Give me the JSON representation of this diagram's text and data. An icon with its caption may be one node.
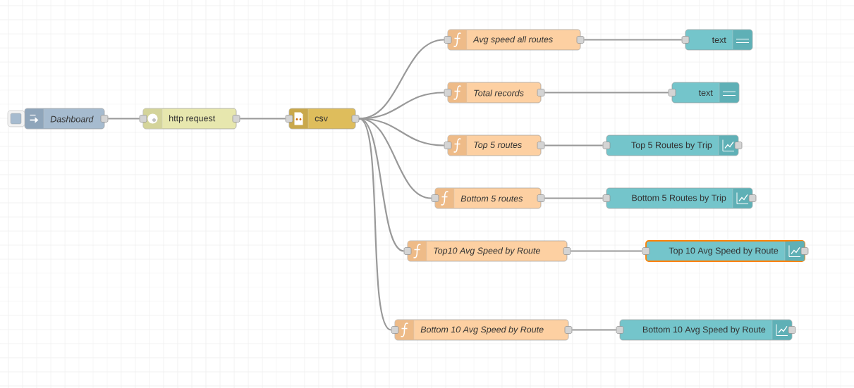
{
  "diagram": {
    "nodes": [
      {
        "text": [
          "Dashboard"
        ]
      },
      {
        "text": [
          "http request"
        ]
      },
      {
        "text": [
          "csv"
        ]
      },
      {
        "text": [
          "Avg speed all routes"
        ]
      },
      {
        "text": [
          "Total records"
        ]
      },
      {
        "text": [
          "Top 5 routes"
        ]
      },
      {
        "text": [
          "Bottom 5 routes"
        ]
      },
      {
        "text": [
          "Top10 Avg Speed by Route"
        ]
      },
      {
        "text": [
          "Bottom 10 Avg Speed by Route"
        ]
      },
      {
        "text": [
          "text"
        ]
      },
      {
        "text": [
          "text"
        ]
      },
      {
        "text": [
          "Top 5 Routes by Trip"
        ]
      },
      {
        "text": [
          "Bottom 5 Routes by Trip"
        ]
      },
      {
        "text": [
          "Top 10 Avg Speed by Route"
        ]
      },
      {
        "text": [
          "Bottom 10 Avg Speed by Route"
        ]
      }
    ],
    "edges": [
      {
        "from": 0,
        "to": 1,
        "arrow": "none"
      },
      {
        "from": 1,
        "to": 2,
        "arrow": "none"
      },
      {
        "from": 2,
        "to": 3,
        "arrow": "none"
      },
      {
        "from": 2,
        "to": 4,
        "arrow": "none"
      },
      {
        "from": 2,
        "to": 5,
        "arrow": "none"
      },
      {
        "from": 2,
        "to": 6,
        "arrow": "none"
      },
      {
        "from": 2,
        "to": 7,
        "arrow": "none"
      },
      {
        "from": 2,
        "to": 8,
        "arrow": "none"
      },
      {
        "from": 3,
        "to": 9,
        "arrow": "none"
      },
      {
        "from": 4,
        "to": 10,
        "arrow": "none"
      },
      {
        "from": 5,
        "to": 11,
        "arrow": "none"
      },
      {
        "from": 6,
        "to": 12,
        "arrow": "none"
      },
      {
        "from": 7,
        "to": 13,
        "arrow": "none"
      },
      {
        "from": 8,
        "to": 14,
        "arrow": "none"
      }
    ]
  }
}
